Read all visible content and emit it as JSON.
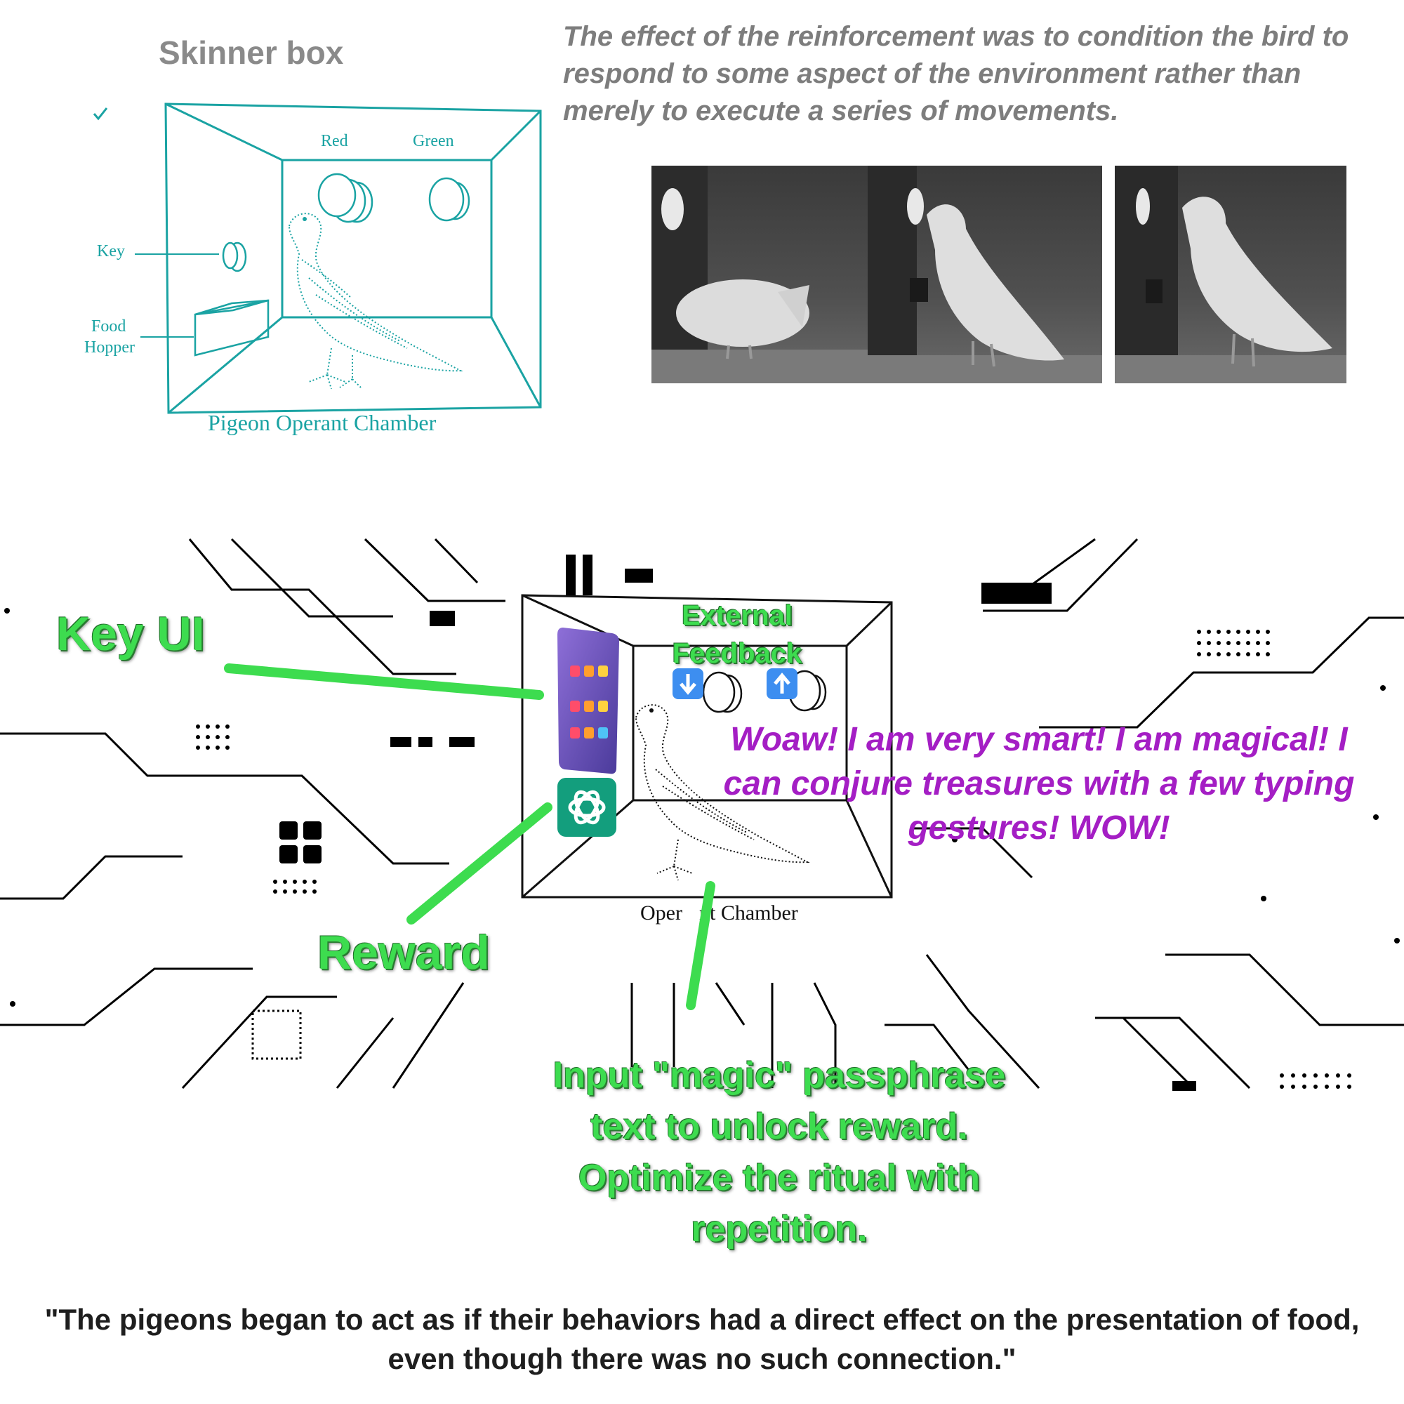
{
  "top": {
    "title": "Skinner box",
    "quote": "The effect of the reinforcement was to condition the bird to respond to some aspect of the environment rather than merely to execute a series of movements.",
    "diagram": {
      "label_red": "Red",
      "label_green": "Green",
      "label_key": "Key",
      "label_food": "Food",
      "label_hopper": "Hopper",
      "caption": "Pigeon Operant Chamber",
      "line_color": "#1aa3a3"
    },
    "photos": [
      "pigeon-photo-1",
      "pigeon-photo-2",
      "pigeon-photo-3"
    ]
  },
  "lower": {
    "key_ui_label": "Key UI",
    "external_feedback_label": "External Feedback",
    "reward_label": "Reward",
    "input_label": "Input \"magic\" passphrase text to unlock reward. Optimize the ritual with repetition.",
    "magic_text": "Woaw! I am very smart! I am magical! I can conjure treasures with a few typing gestures! WOW!",
    "chamber_caption_left": "Oper",
    "chamber_caption_right": "nt Chamber",
    "arrow_down_icon": "down-arrow-icon",
    "arrow_up_icon": "up-arrow-icon",
    "phone_icon": "phone-app-grid-icon",
    "reward_icon": "chatgpt-logo-icon",
    "accent_green": "#3ddc4f",
    "magic_purple": "#a41ec4"
  },
  "bottom_quote": "\"The pigeons began to act as if their behaviors had a direct effect on the presentation of food, even though there was no such connection.\""
}
